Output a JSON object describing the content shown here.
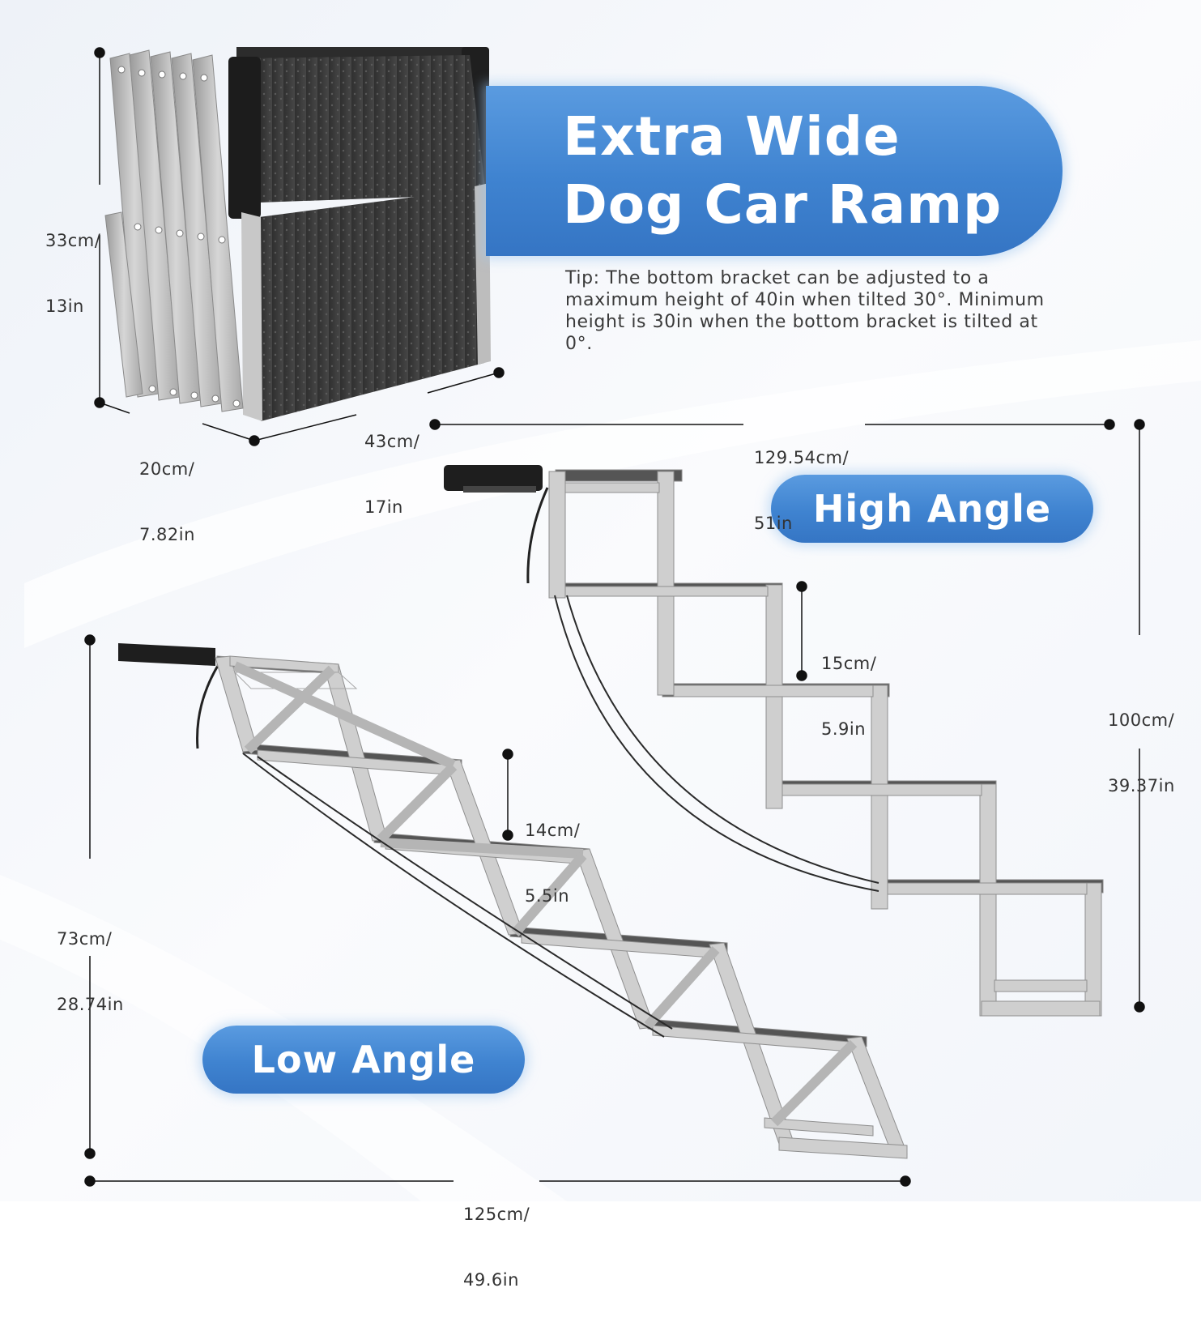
{
  "title": {
    "line1": "Extra Wide",
    "line2": "Dog Car Ramp"
  },
  "tip": "Tip: The bottom bracket can be adjusted to a maximum height of 40in when tilted 30°. Minimum height is 30in when the bottom bracket is tilted at 0°.",
  "labels": {
    "high_angle": "High Angle",
    "low_angle": "Low Angle"
  },
  "folded": {
    "height": {
      "metric": "33cm/",
      "imperial": "13in"
    },
    "width": {
      "metric": "43cm/",
      "imperial": "17in"
    },
    "depth": {
      "metric": "20cm/",
      "imperial": "7.82in"
    }
  },
  "high_angle": {
    "length": {
      "metric": "129.54cm/",
      "imperial": "51in"
    },
    "step_rise": {
      "metric": "15cm/",
      "imperial": "5.9in"
    },
    "height": {
      "metric": "100cm/",
      "imperial": "39.37in"
    }
  },
  "low_angle": {
    "height": {
      "metric": "73cm/",
      "imperial": "28.74in"
    },
    "step_rise": {
      "metric": "14cm/",
      "imperial": "5.5in"
    },
    "length": {
      "metric": "125cm/",
      "imperial": "49.6in"
    }
  },
  "colors": {
    "accent_blue": "#3f83d0",
    "frame_silver": "#c4c4c4",
    "panel_dark": "#3b3b3b",
    "text_dark": "#333333"
  }
}
